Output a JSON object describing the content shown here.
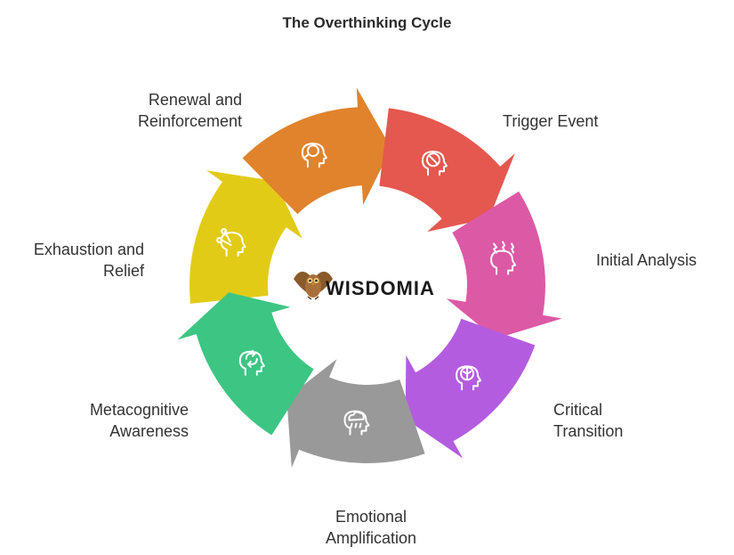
{
  "title": "The Overthinking Cycle",
  "logo": {
    "text": "WISDOMIA",
    "icon": "owl-icon"
  },
  "stages": [
    {
      "id": "trigger",
      "label_lines": [
        "Trigger Event"
      ],
      "color": "#E2CB17",
      "icon": "head-network-icon"
    },
    {
      "id": "analysis",
      "label_lines": [
        "Initial Analysis"
      ],
      "color": "#E0832C",
      "icon": "head-magnifier-icon"
    },
    {
      "id": "transition",
      "label_lines": [
        "Critical",
        "Transition"
      ],
      "color": "#E4584F",
      "icon": "head-blocked-brain-icon"
    },
    {
      "id": "amplification",
      "label_lines": [
        "Emotional",
        "Amplification"
      ],
      "color": "#DC59A6",
      "icon": "head-stress-icon"
    },
    {
      "id": "metacognition",
      "label_lines": [
        "Metacognitive",
        "Awareness"
      ],
      "color": "#B45CE0",
      "icon": "head-brain-icon"
    },
    {
      "id": "exhaustion",
      "label_lines": [
        "Exhaustion and",
        "Relief"
      ],
      "color": "#999999",
      "icon": "head-rain-cloud-icon"
    },
    {
      "id": "renewal",
      "label_lines": [
        "Renewal and",
        "Reinforcement"
      ],
      "color": "#3DC583",
      "icon": "head-cycle-arrows-icon"
    }
  ]
}
